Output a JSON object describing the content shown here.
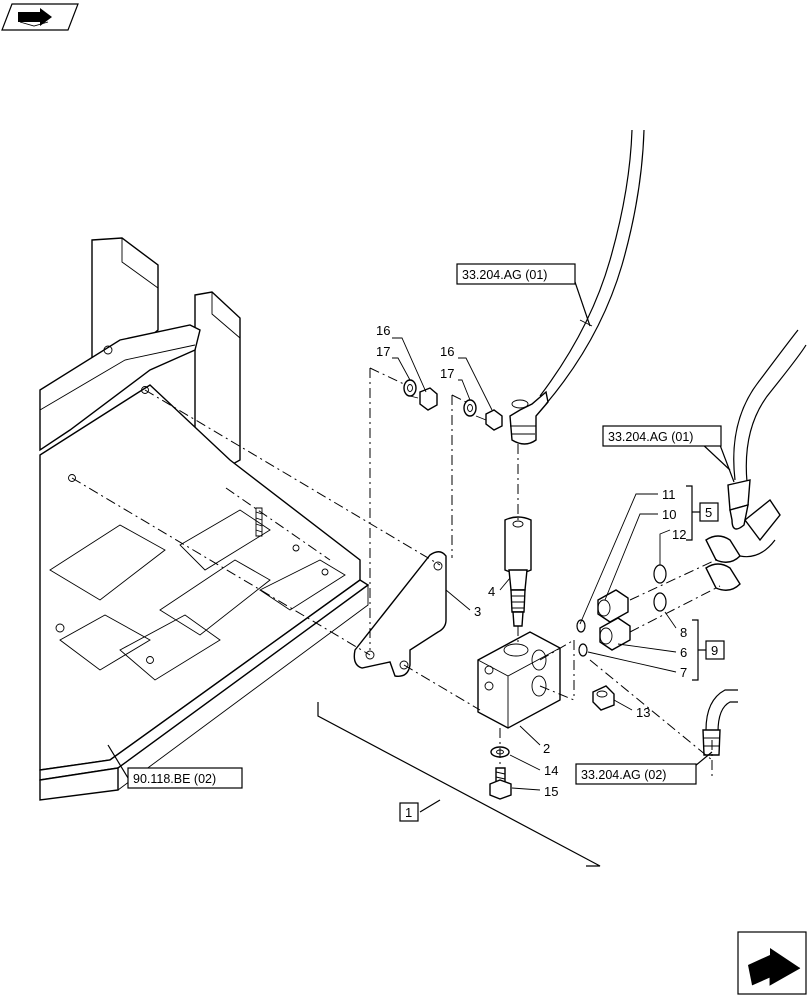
{
  "refs": {
    "ref_hose_top": "33.204.AG (01)",
    "ref_hose_right": "33.204.AG (01)",
    "ref_hose_bottom": "33.204.AG (02)",
    "ref_frame": "90.118.BE (02)"
  },
  "labels": {
    "p1": "1",
    "p2": "2",
    "p3": "3",
    "p4": "4",
    "p5": "5",
    "p6": "6",
    "p7": "7",
    "p8": "8",
    "p9": "9",
    "p10": "10",
    "p11": "11",
    "p12": "12",
    "p13": "13",
    "p14": "14",
    "p15": "15",
    "p16a": "16",
    "p16b": "16",
    "p17a": "17",
    "p17b": "17"
  },
  "icons": {
    "top_left": "book-arrow-icon",
    "bottom_right": "next-page-arrow-icon"
  }
}
